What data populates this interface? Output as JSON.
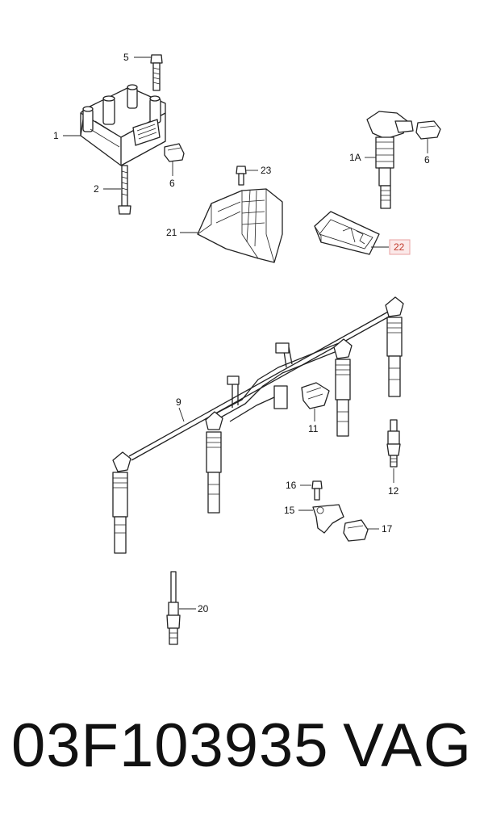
{
  "callouts": {
    "c1": "1",
    "c1A": "1A",
    "c2": "2",
    "c5": "5",
    "c6a": "6",
    "c6b": "6",
    "c9": "9",
    "c11": "11",
    "c12": "12",
    "c15": "15",
    "c16": "16",
    "c17": "17",
    "c20": "20",
    "c21": "21",
    "c22": "22",
    "c23": "23"
  },
  "highlight_color": "#e8a0a0",
  "footer": {
    "part_number": "03F103935",
    "brand": "VAG"
  }
}
